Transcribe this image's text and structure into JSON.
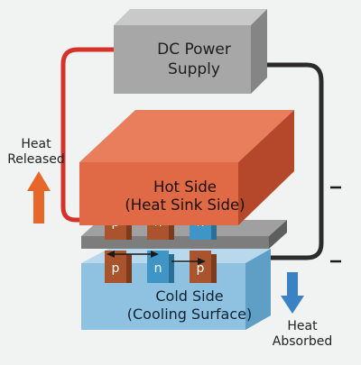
{
  "power_supply": {
    "line1": "DC Power",
    "line2": "Supply"
  },
  "hot_side": {
    "title": "Hot Side",
    "subtitle": "(Heat Sink Side)"
  },
  "cold_side": {
    "title": "Cold Side",
    "subtitle": "(Cooling Surface)"
  },
  "heat_released": {
    "line1": "Heat",
    "line2": "Released",
    "arrow_color": "#e7672a"
  },
  "heat_absorbed": {
    "line1": "Heat",
    "line2": "Absorbed",
    "arrow_color": "#3a82c4"
  },
  "pellets": {
    "top_row": [
      "p",
      "n",
      "n"
    ],
    "bottom_row": [
      "p",
      "n",
      "p"
    ]
  },
  "colors": {
    "hot_plate": "#e06a45",
    "cold_plate": "#8fc2e0",
    "power_supply": "#a7a7a7",
    "p_type": "#a9542d",
    "n_type": "#3f95c5",
    "positive_wire": "#d6322a",
    "negative_wire": "#2b2b2b"
  }
}
